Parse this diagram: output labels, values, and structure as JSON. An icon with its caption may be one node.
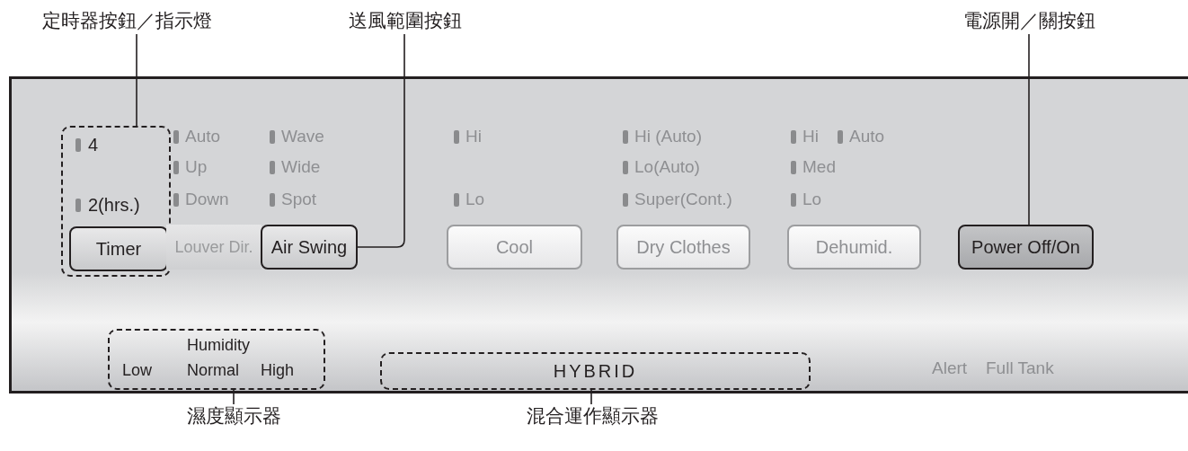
{
  "diagram": {
    "nodes": [
      {
        "text": [
          "定時器按鈕／指示燈"
        ]
      },
      {
        "text": [
          "送風範圍按鈕"
        ]
      },
      {
        "text": [
          "電源開／關按鈕"
        ]
      },
      {
        "text": [
          "4",
          "2(hrs.)"
        ]
      },
      {
        "text": [
          "Timer"
        ],
        "in": 3
      },
      {
        "text": [
          "Louver Dir."
        ]
      },
      {
        "text": [
          "Air Swing"
        ]
      },
      {
        "text": [
          "Cool"
        ]
      },
      {
        "text": [
          "Dry Clothes"
        ]
      },
      {
        "text": [
          "Dehumid."
        ]
      },
      {
        "text": [
          "Power Off/On"
        ]
      },
      {
        "text": [
          "Humidity",
          "Low",
          "Normal",
          "High"
        ]
      },
      {
        "text": [
          "HYBRID"
        ]
      },
      {
        "text": [
          "濕度顯示器"
        ]
      },
      {
        "text": [
          "混合運作顯示器"
        ]
      }
    ],
    "edges": [
      {
        "from": 0,
        "to": 3,
        "arrow": "none"
      },
      {
        "from": 1,
        "to": 6,
        "arrow": "none"
      },
      {
        "from": 2,
        "to": 10,
        "arrow": "none"
      },
      {
        "from": 13,
        "to": 11,
        "arrow": "none"
      },
      {
        "from": 14,
        "to": 12,
        "arrow": "none"
      }
    ],
    "labels": [
      "Auto",
      "Wave",
      "Up",
      "Wide",
      "Down",
      "Spot",
      "Hi",
      "Lo",
      "Hi (Auto)",
      "Lo(Auto)",
      "Super(Cont.)",
      "Hi",
      "Auto",
      "Med",
      "Lo",
      "Alert",
      "Full Tank"
    ]
  }
}
